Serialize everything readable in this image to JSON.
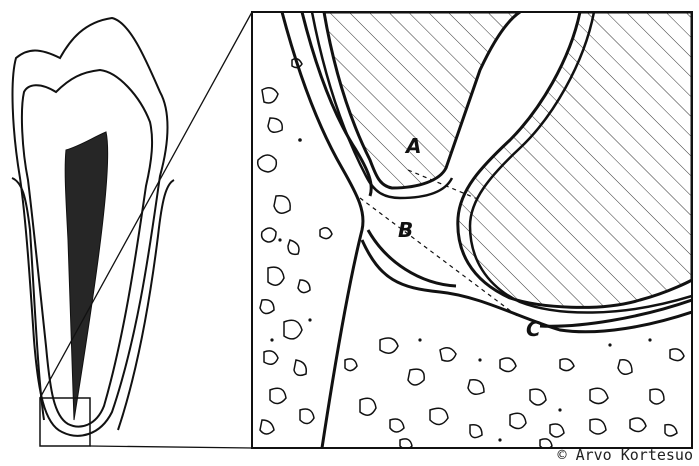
{
  "labels": {
    "a": "A",
    "b": "B",
    "c": "C"
  },
  "copyright": "© Arvo Kortesuo",
  "colors": {
    "line": "#111111",
    "pulp": "#262626",
    "background": "#ffffff"
  }
}
